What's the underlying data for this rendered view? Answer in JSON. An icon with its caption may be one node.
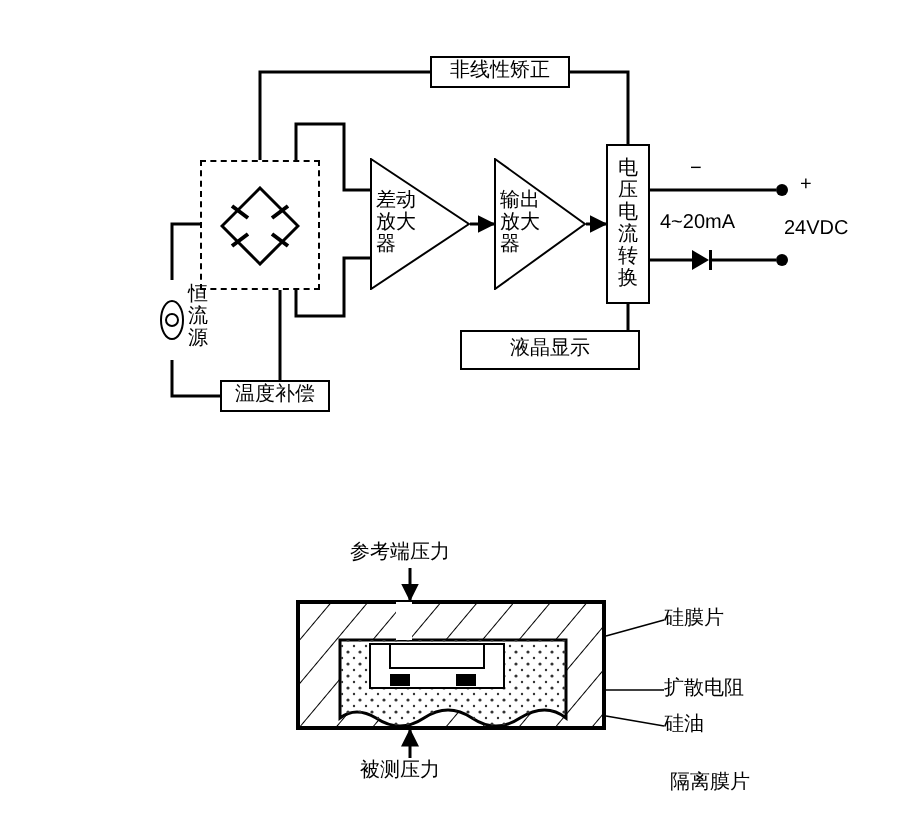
{
  "diagram": {
    "nodes": [
      {
        "text": [
          "非线性矫正"
        ]
      },
      {
        "text": [],
        "shape": "box"
      },
      {
        "text": [
          "差动放大器"
        ]
      },
      {
        "text": [
          "输出放大器"
        ]
      },
      {
        "text": [
          "电压电流转换"
        ]
      },
      {
        "text": [
          "液晶显示"
        ]
      },
      {
        "text": [
          "温度补偿"
        ]
      },
      {
        "text": [
          "恒流源"
        ]
      },
      {
        "text": [],
        "shape": "picture"
      },
      {
        "text": [
          "参考端压力"
        ]
      },
      {
        "text": [
          "被测压力"
        ]
      },
      {
        "text": [
          "硅膜片"
        ]
      },
      {
        "text": [
          "扩散电阻"
        ]
      },
      {
        "text": [
          "硅油"
        ]
      },
      {
        "text": [],
        "shape": "circle"
      },
      {
        "text": [],
        "shape": "circle"
      },
      {
        "text": [],
        "shape": "diode"
      }
    ],
    "edges": [
      {
        "from": 1,
        "to": 0,
        "arrow": "none"
      },
      {
        "from": 0,
        "to": 4,
        "arrow": "none"
      },
      {
        "from": 1,
        "to": 2,
        "arrow": "none"
      },
      {
        "from": 1,
        "to": 2,
        "arrow": "none"
      },
      {
        "from": 2,
        "to": 3,
        "arrow": "to"
      },
      {
        "from": 3,
        "to": 4,
        "arrow": "to"
      },
      {
        "from": 4,
        "to": 5,
        "arrow": "none"
      },
      {
        "from": 1,
        "to": 6,
        "arrow": "none"
      },
      {
        "from": 6,
        "to": 7,
        "arrow": "none"
      },
      {
        "from": 7,
        "to": 1,
        "arrow": "none"
      },
      {
        "from": 4,
        "to": 14,
        "arrow": "none"
      },
      {
        "from": 4,
        "to": 16,
        "arrow": "none"
      },
      {
        "from": 9,
        "to": 8,
        "arrow": "to"
      },
      {
        "from": 10,
        "to": 8,
        "arrow": "to"
      },
      {
        "from": 11,
        "to": 8,
        "arrow": "none"
      },
      {
        "from": 12,
        "to": 8,
        "arrow": "none"
      },
      {
        "from": 13,
        "to": 8,
        "arrow": "none"
      },
      {
        "from": 16,
        "to": 15,
        "arrow": "none"
      }
    ],
    "labels": [
      "−",
      "+",
      "4~20mA",
      "24VDC",
      "隔离膜片"
    ]
  }
}
